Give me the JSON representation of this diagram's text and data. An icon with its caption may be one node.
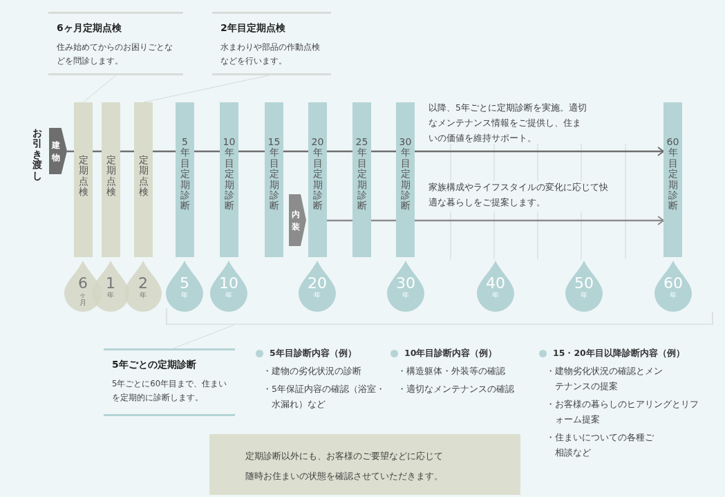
{
  "diagram": {
    "nodes": [
      {
        "text": [
          "6ヶ月定期点検",
          "住み始めてからのお困りごとなどを問診します。"
        ]
      },
      {
        "text": [
          "2年目定期点検",
          "水まわりや部品の作動点検などを行います。"
        ]
      },
      {
        "text": [
          "建物"
        ],
        "beside": [
          "お引き渡し"
        ]
      },
      {
        "text": [
          "定期点検"
        ]
      },
      {
        "text": [
          "定期点検"
        ]
      },
      {
        "text": [
          "定期点検"
        ]
      },
      {
        "text": [
          "5年目定期診断"
        ]
      },
      {
        "text": [
          "10年目定期診断"
        ]
      },
      {
        "text": [
          "15年目定期診断"
        ]
      },
      {
        "text": [
          "20年目定期診断"
        ]
      },
      {
        "text": [
          "25年目定期診断"
        ]
      },
      {
        "text": [
          "30年目定期診断"
        ]
      },
      {
        "text": [
          "60年目定期診断"
        ]
      },
      {
        "text": [
          "内装"
        ]
      },
      {
        "text": [
          "6",
          "ヶ月"
        ]
      },
      {
        "text": [
          "1",
          "年"
        ]
      },
      {
        "text": [
          "2",
          "年"
        ]
      },
      {
        "text": [
          "5",
          "年"
        ]
      },
      {
        "text": [
          "10",
          "年"
        ]
      },
      {
        "text": [
          "20",
          "年"
        ]
      },
      {
        "text": [
          "30",
          "年"
        ]
      },
      {
        "text": [
          "40",
          "年"
        ]
      },
      {
        "text": [
          "50",
          "年"
        ]
      },
      {
        "text": [
          "60",
          "年"
        ]
      },
      {
        "text": [
          "5年ごとの定期診断",
          "5年ごとに60年目まで、住まいを定期的に診断します。"
        ]
      },
      {
        "text": [
          "定期診断以外にも、お客様のご要望などに応じて随時お住まいの状態を確認させていただきます。"
        ]
      },
      {
        "text": [],
        "shape": "bracket"
      }
    ],
    "edges": [
      {
        "from": 2,
        "to": 3,
        "arrow": "none"
      },
      {
        "from": 3,
        "to": 4,
        "arrow": "none"
      },
      {
        "from": 4,
        "to": 5,
        "arrow": "none"
      },
      {
        "from": 5,
        "to": 6,
        "arrow": "none"
      },
      {
        "from": 6,
        "to": 7,
        "arrow": "none"
      },
      {
        "from": 7,
        "to": 8,
        "arrow": "none"
      },
      {
        "from": 8,
        "to": 9,
        "arrow": "none"
      },
      {
        "from": 9,
        "to": 10,
        "arrow": "none"
      },
      {
        "from": 10,
        "to": 11,
        "arrow": "none"
      },
      {
        "from": 11,
        "to": 12,
        "arrow": "to"
      },
      {
        "from": 9,
        "to": 10,
        "arrow": "none",
        "color": "#8c8c8c"
      },
      {
        "from": 10,
        "to": 11,
        "arrow": "none",
        "color": "#8c8c8c"
      },
      {
        "from": 11,
        "to": 12,
        "arrow": "to",
        "color": "#8c8c8c"
      },
      {
        "from": 0,
        "to": 3,
        "arrow": "none",
        "color": "#d3dbd8"
      },
      {
        "from": 1,
        "to": 5,
        "arrow": "none",
        "color": "#d3dbd8"
      },
      {
        "from": 24,
        "to": 26,
        "arrow": "none",
        "color": "#d3dbd8"
      }
    ],
    "labels": [
      "以降、5年ごとに定期診断を実施。適切なメンテナンス情報をご提供し、住まいの価値を維持サポート。",
      "家族構成やライフスタイルの変化に応じて快適な暮らしをご提案します。",
      "5年目診断内容（例）",
      "・建物の劣化状況の診断",
      "・5年保証内容の確認（浴室・水漏れ）など",
      "10年目診断内容（例）",
      "・構造躯体・外装等の確認",
      "・適切なメンテナンスの確認",
      "15・20年目以降診断内容（例）",
      "・建物劣化状況の確認とメンテナンスの提案",
      "・お客様の暮らしのヒアリングとリフォーム提案",
      "・住まいについての各種ご相談など"
    ]
  }
}
